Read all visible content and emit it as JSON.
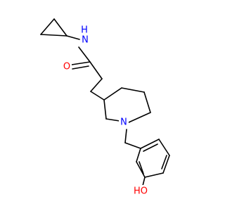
{
  "molecule": {
    "atoms": {
      "amide_n": {
        "text": "N",
        "color": "#0000ff"
      },
      "amide_h": {
        "text": "H",
        "color": "#0000ff"
      },
      "carbonyl_o": {
        "text": "O",
        "color": "#ff0000"
      },
      "ring_n": {
        "text": "N",
        "color": "#0000ff"
      },
      "hydroxyl": {
        "text": "HO",
        "color": "#ff0000"
      }
    }
  }
}
